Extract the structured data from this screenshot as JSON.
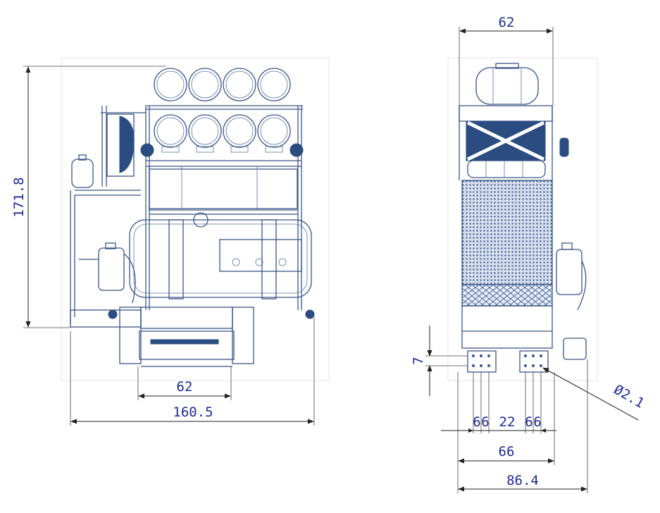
{
  "drawing": {
    "front_view": {
      "dims": {
        "height": "171.8",
        "inner_width": "62",
        "overall_width": "160.5"
      }
    },
    "side_view": {
      "dims": {
        "top_width": "62",
        "bracket_height": "7",
        "hole_diameter": "Ø2.1",
        "hole_spacing_1": "6",
        "hole_spacing_2": "6",
        "center_gap": "22",
        "hole_spacing_3": "6",
        "hole_spacing_4": "6",
        "bracket_span": "66",
        "overall_depth": "86.4"
      }
    },
    "colors": {
      "line": "#3a5585",
      "dimension_text": "#1f2c8f",
      "fill": "#2b4c80"
    }
  }
}
